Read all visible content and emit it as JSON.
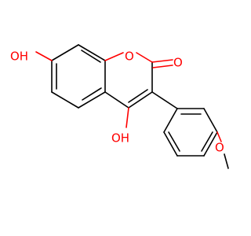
{
  "molecule": {
    "labels": {
      "hydroxyl_top": "OH",
      "ring_oxygen": "O",
      "carbonyl_oxygen": "O",
      "hydroxyl_bottom": "OH",
      "methoxy_oxygen": "O"
    },
    "colors": {
      "bond": "#000000",
      "heteroatom": "#ff0000",
      "background": "#ffffff"
    }
  }
}
